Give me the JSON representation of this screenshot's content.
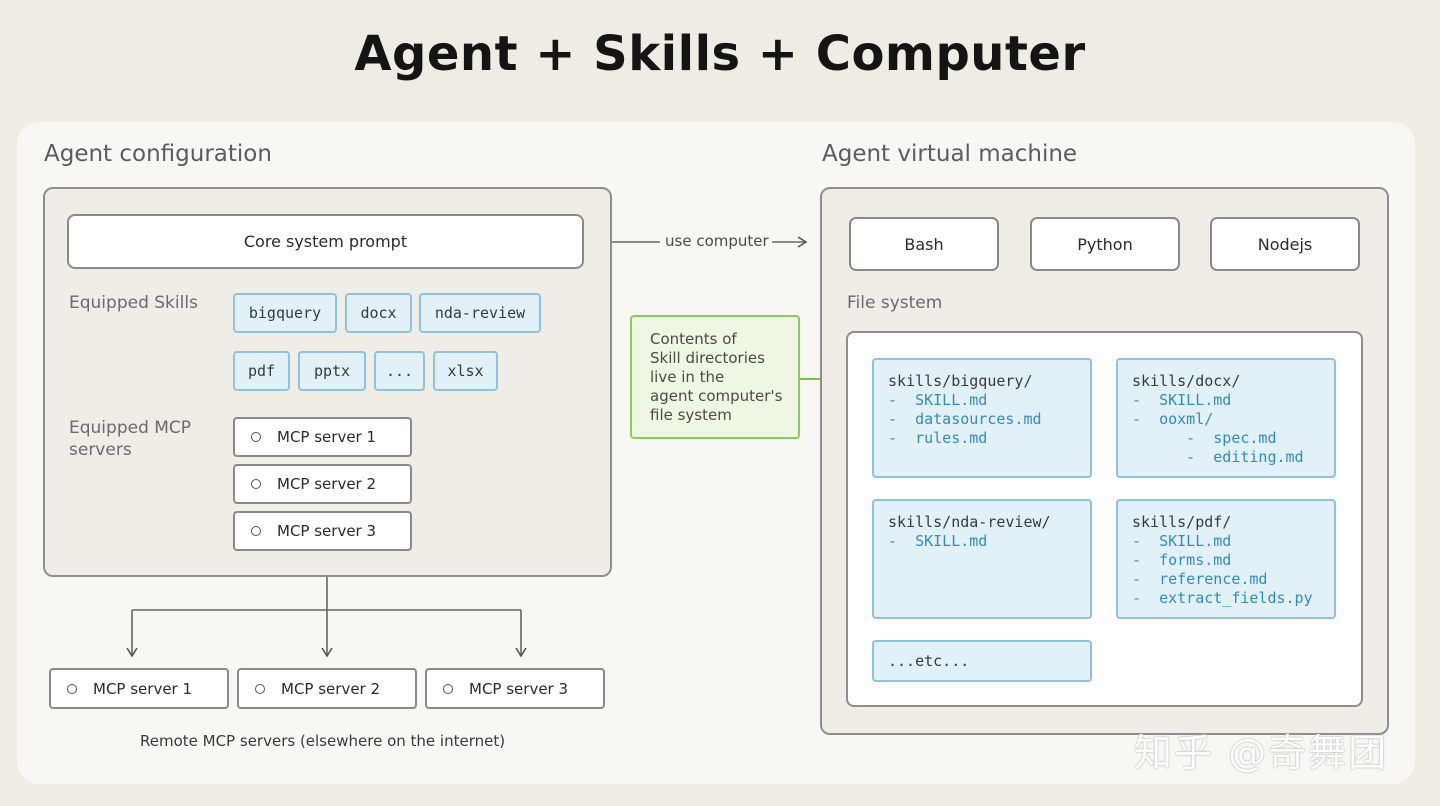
{
  "title": "Agent + Skills + Computer",
  "agent_config": {
    "heading": "Agent configuration",
    "core_prompt": "Core system prompt",
    "skills_label": "Equipped Skills",
    "skills": [
      "bigquery",
      "docx",
      "nda-review",
      "pdf",
      "pptx",
      "...",
      "xlsx"
    ],
    "mcp_label_line1": "Equipped MCP",
    "mcp_label_line2": "servers",
    "mcp_servers": [
      "MCP server 1",
      "MCP server 2",
      "MCP server 3"
    ]
  },
  "use_computer": "use computer",
  "note": {
    "lines": [
      "Contents of",
      "Skill directories",
      "live in the",
      "agent computer's",
      "file system"
    ]
  },
  "vm": {
    "heading": "Agent virtual machine",
    "runtimes": [
      "Bash",
      "Python",
      "Nodejs"
    ],
    "fs_label": "File system",
    "dirs": [
      {
        "header": "skills/bigquery/",
        "items": [
          "-  SKILL.md",
          "-  datasources.md",
          "-  rules.md"
        ]
      },
      {
        "header": "skills/docx/",
        "items": [
          "-  SKILL.md",
          "-  ooxml/",
          "      -  spec.md",
          "      -  editing.md"
        ]
      },
      {
        "header": "skills/nda-review/",
        "items": [
          "-  SKILL.md"
        ]
      },
      {
        "header": "skills/pdf/",
        "items": [
          "-  SKILL.md",
          "-  forms.md",
          "-  reference.md",
          "-  extract_fields.py"
        ]
      }
    ],
    "etc": "...etc..."
  },
  "remote": {
    "servers": [
      "MCP server 1",
      "MCP server 2",
      "MCP server 3"
    ],
    "label": "Remote MCP servers (elsewhere on the internet)"
  },
  "watermark": "知乎 @奇舞团",
  "colors": {
    "background": "#efece4",
    "panel": "#f8f7f3",
    "skill_fill": "#e2f0f8",
    "skill_border": "#8cc3e2",
    "file_item": "#2e8dc4",
    "note_fill": "#eef7e4",
    "note_border": "#8ccb5a"
  }
}
